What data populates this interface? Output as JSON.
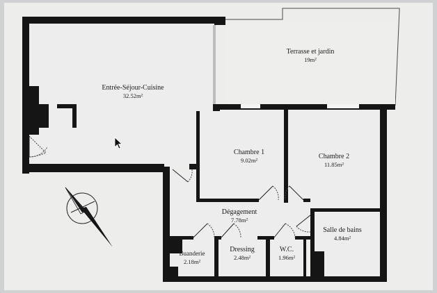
{
  "rooms": {
    "sejour": {
      "name": "Entrée-Séjour-Cuisine",
      "area": "32.52m²"
    },
    "terrasse": {
      "name": "Terrasse et jardin",
      "area": "19m²"
    },
    "chambre1": {
      "name": "Chambre 1",
      "area": "9.02m²"
    },
    "chambre2": {
      "name": "Chambre 2",
      "area": "11.85m²"
    },
    "degagement": {
      "name": "Dégagement",
      "area": "7.78m²"
    },
    "salle_de_bains": {
      "name": "Salle de bains",
      "area": "4.84m²"
    },
    "buanderie": {
      "name": "Buanderie",
      "area": "2.18m²"
    },
    "dressing": {
      "name": "Dressing",
      "area": "2.48m²"
    },
    "wc": {
      "name": "W.C.",
      "area": "1.96m²"
    }
  },
  "icons": {
    "compass": "compass-rose-icon",
    "cursor": "mouse-pointer-icon"
  },
  "colors": {
    "background": "#cfd1d3",
    "paper": "#f2f3f2",
    "wall": "#151515",
    "room_fill": "#eceeed"
  }
}
